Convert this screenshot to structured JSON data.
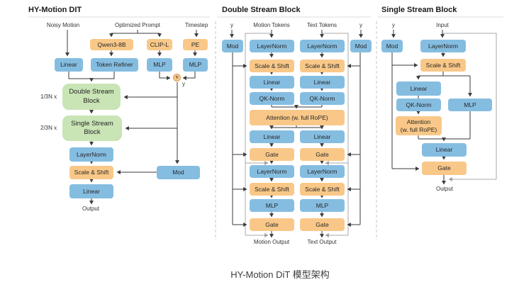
{
  "caption": "HY-Motion DiT 模型架构",
  "colors": {
    "box_blue": "#85BDE1",
    "box_orange": "#F9C888",
    "box_green": "#C9E4B5",
    "arrow_line": "#3a3a3a",
    "residual_line": "#a8a8a8",
    "dashed_divider": "#c4c4c4"
  },
  "left": {
    "title": "HY-Motion DIT",
    "inputs": {
      "noisy_motion": "Noisy Motion",
      "optimized_prompt": "Optimized Prompt",
      "timestep": "Timestep"
    },
    "boxes": {
      "qwen": "Qwen3-8B",
      "clip": "CLIP-L",
      "pe": "PE",
      "linear_in": "Linear",
      "token_refiner": "Token Refiner",
      "mlp_clip": "MLP",
      "mlp_pe": "MLP",
      "double_stream": "Double Stream Block",
      "single_stream": "Single Stream Block",
      "layernorm": "LayerNorm",
      "scale_shift": "Scale & Shift",
      "linear_out": "Linear",
      "mod": "Mod"
    },
    "labels": {
      "repeat_double": "1/3N x",
      "repeat_single": "2/3N x",
      "plus": "+",
      "y": "y",
      "output": "Output"
    }
  },
  "double": {
    "title": "Double Stream Block",
    "labels": {
      "y_left": "y",
      "motion_tokens": "Motion Tokens",
      "text_tokens": "Text Tokens",
      "y_right": "y",
      "motion_output": "Motion Output",
      "text_output": "Text Output"
    },
    "mod_left": "Mod",
    "mod_right": "Mod",
    "attention": "Attention (w. full RoPE)",
    "motion": [
      "LayerNorm",
      "Scale & Shift",
      "Linear",
      "QK-Norm",
      "Linear",
      "Gate",
      "LayerNorm",
      "Scale & Shift",
      "MLP",
      "Gate"
    ],
    "text": [
      "LayerNorm",
      "Scale & Shift",
      "Linear",
      "QK-Norm",
      "Linear",
      "Gate",
      "LayerNorm",
      "Scale & Shift",
      "MLP",
      "Gate"
    ]
  },
  "single": {
    "title": "Single Stream Block",
    "labels": {
      "y": "y",
      "input": "Input",
      "output": "Output"
    },
    "boxes": {
      "mod": "Mod",
      "layernorm": "LayerNorm",
      "scale_shift": "Scale & Shift",
      "linear1": "Linear",
      "mlp": "MLP",
      "qknorm": "QK-Norm",
      "attention": "Attention\n(w. full RoPE)",
      "linear2": "Linear",
      "gate": "Gate"
    }
  }
}
